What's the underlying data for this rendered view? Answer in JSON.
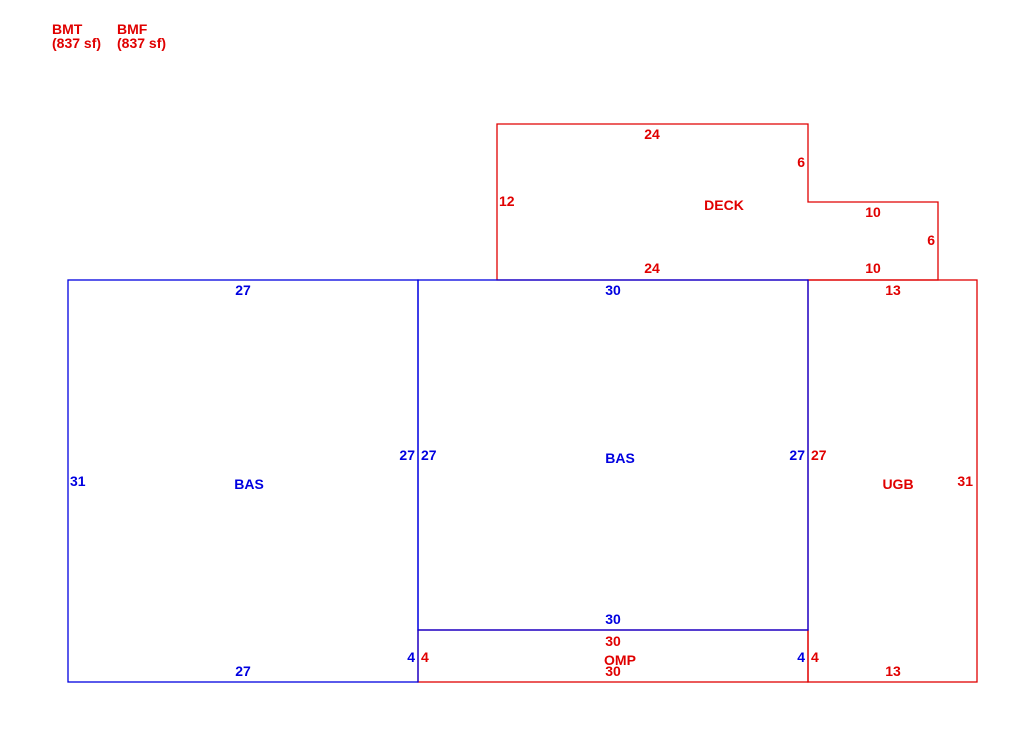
{
  "colors": {
    "living": "#0000e0",
    "other": "#e00000"
  },
  "header": [
    {
      "code": "BMT",
      "area": "(837 sf)"
    },
    {
      "code": "BMF",
      "area": "(837 sf)"
    }
  ],
  "areas": {
    "bas_left": "BAS",
    "bas_center": "BAS",
    "ugb": "UGB",
    "deck": "DECK",
    "omp": "OMP"
  },
  "dimensions": {
    "deck_top": "24",
    "deck_left": "12",
    "deck_step": "6",
    "deck_ledge": "10",
    "deck_right": "6",
    "deck_bottom_main": "24",
    "deck_bottom_ext": "10",
    "bas_left_top": "27",
    "bas_left_left": "31",
    "bas_left_right": "27",
    "bas_left_right_lower": "4",
    "bas_left_bottom": "27",
    "bas_center_top": "30",
    "bas_center_left": "27",
    "bas_center_right": "27",
    "bas_center_bottom": "30",
    "omp_top": "30",
    "omp_left": "4",
    "omp_right": "4",
    "omp_bottom": "30",
    "ugb_top": "13",
    "ugb_left": "27",
    "ugb_left_lower": "4",
    "ugb_right": "31",
    "ugb_bottom": "13"
  }
}
